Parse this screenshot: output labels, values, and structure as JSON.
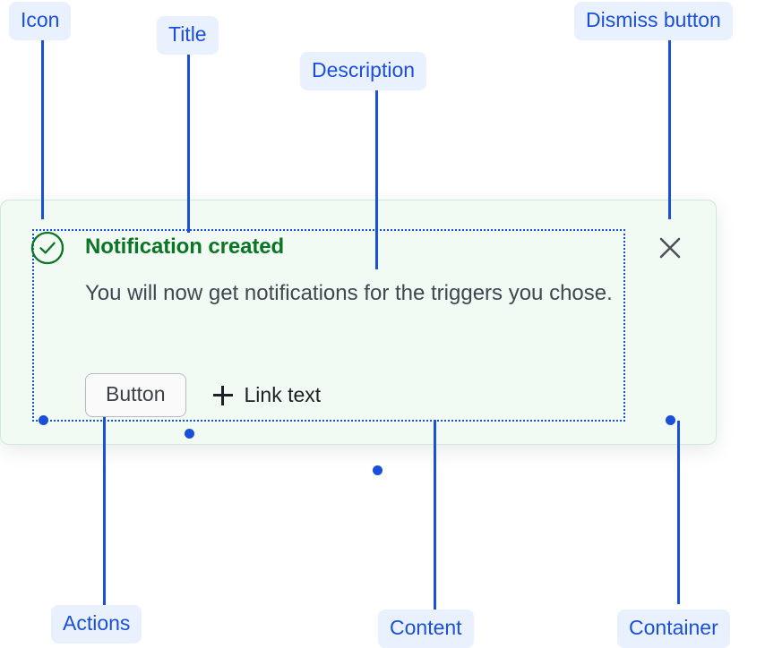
{
  "annotations": [
    {
      "id": "icon",
      "label": "Icon"
    },
    {
      "id": "title",
      "label": "Title"
    },
    {
      "id": "desc",
      "label": "Description"
    },
    {
      "id": "dismiss",
      "label": "Dismiss button"
    },
    {
      "id": "actions",
      "label": "Actions"
    },
    {
      "id": "content",
      "label": "Content"
    },
    {
      "id": "container",
      "label": "Container"
    }
  ],
  "notification": {
    "status": "success",
    "icon_name": "check-circle-icon",
    "title": "Notification created",
    "description": "You will now get notifications for the triggers you chose.",
    "button_label": "Button",
    "link_label": "Link text",
    "link_icon_name": "plus-icon",
    "dismiss_icon_name": "close-icon"
  },
  "colors": {
    "annotation_text": "#1a50d8",
    "annotation_background": "#eaf1fe",
    "card_background": "#f2faf4",
    "card_border": "#cfe9d7",
    "success_green": "#0a7526",
    "body_text": "#414650",
    "button_text": "#3c4148",
    "link_text": "#1c1f24",
    "dismiss_icon": "#4d525a"
  }
}
